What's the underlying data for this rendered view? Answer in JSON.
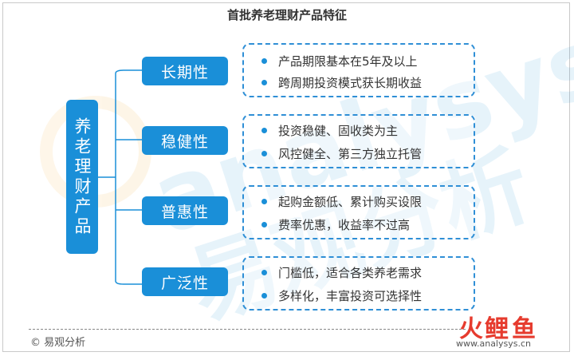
{
  "title": "首批养老理财产品特征",
  "root_label": "养老理财产品",
  "categories": [
    {
      "label": "长期性",
      "points": [
        "产品期限基本在5年及以上",
        "跨周期投资模式获长期收益"
      ]
    },
    {
      "label": "稳健性",
      "points": [
        "投资稳健、固收类为主",
        "风控健全、第三方独立托管"
      ]
    },
    {
      "label": "普惠性",
      "points": [
        "起购金额低、累计购买设限",
        "费率优惠，收益率不过高"
      ]
    },
    {
      "label": "广泛性",
      "points": [
        "门槛低，适合各类养老需求",
        "多样化，丰富投资可选择性"
      ]
    }
  ],
  "footer": {
    "source": "© 易观分析"
  },
  "logo": {
    "domain": "www.analysys.cn"
  },
  "colors": {
    "accent": "#1a8fd8",
    "border": "#2f8fd6",
    "text": "#333333"
  }
}
